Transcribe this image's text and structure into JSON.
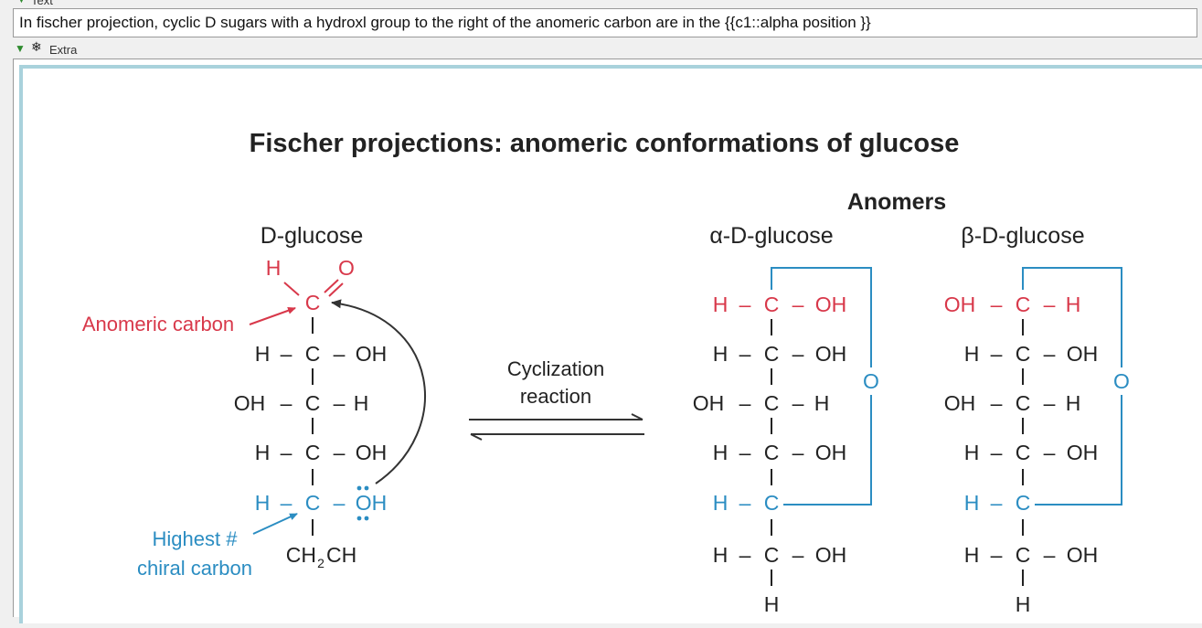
{
  "fields": {
    "text_label": "Text",
    "text_value": "In fischer projection, cyclic D sugars with a hydroxl group to the right of the anomeric carbon are in the {{c1::alpha position }}",
    "extra_label": "Extra"
  },
  "icons": {
    "toggle": "triangle-down-icon",
    "sticky": "snowflake-icon"
  },
  "colors": {
    "red": "#d8384a",
    "blue": "#2b8dc2",
    "dark": "#222222",
    "border": "#a9d2dc"
  },
  "figure": {
    "title": "Fischer projections: anomeric conformations of glucose",
    "anomers_label": "Anomers",
    "dglucose_label": "D-glucose",
    "alpha_label": "α-D-glucose",
    "beta_label": "β-D-glucose",
    "anomeric_label": "Anomeric carbon",
    "highest_label_1": "Highest #",
    "highest_label_2": "chiral carbon",
    "reaction_label_1": "Cyclization",
    "reaction_label_2": "reaction",
    "H": "H",
    "O": "O",
    "C": "C",
    "OH": "OH",
    "dash": "–",
    "bar": "|",
    "dbond": "=",
    "ch2_left": "CH",
    "ch2_sub": "2",
    "ch2_right": "CH"
  }
}
